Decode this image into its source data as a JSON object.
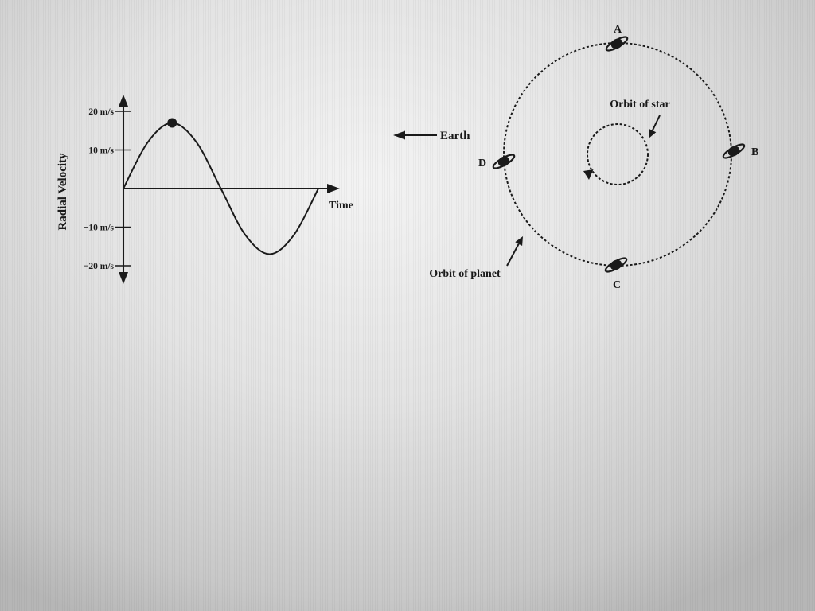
{
  "colors": {
    "ink": "#1a1a1a"
  },
  "icons": {
    "planet": "ringed-planet-icon"
  },
  "earth": {
    "label": "Earth"
  },
  "orbit_diagram": {
    "star_orbit_label": "Orbit of star",
    "planet_orbit_label": "Orbit of planet",
    "positions": [
      "A",
      "B",
      "C",
      "D"
    ]
  },
  "chart_data": {
    "type": "line",
    "xlabel": "Time",
    "ylabel": "Radial Velocity",
    "yticks": [
      20,
      10,
      -10,
      -20
    ],
    "ytick_labels": [
      "20 m/s",
      "10 m/s",
      "−10 m/s",
      "−20 m/s"
    ],
    "ylim": [
      -24,
      24
    ],
    "xlim": [
      0,
      1.1
    ],
    "grid": false,
    "series": [
      {
        "x": [
          0,
          0.125,
          0.25,
          0.375,
          0.5,
          0.625,
          0.75,
          0.875,
          1
        ],
        "y": [
          0,
          12,
          17,
          12,
          0,
          -12,
          -17,
          -12,
          0
        ]
      }
    ],
    "marker": {
      "x": 0.25,
      "y": 17
    }
  }
}
